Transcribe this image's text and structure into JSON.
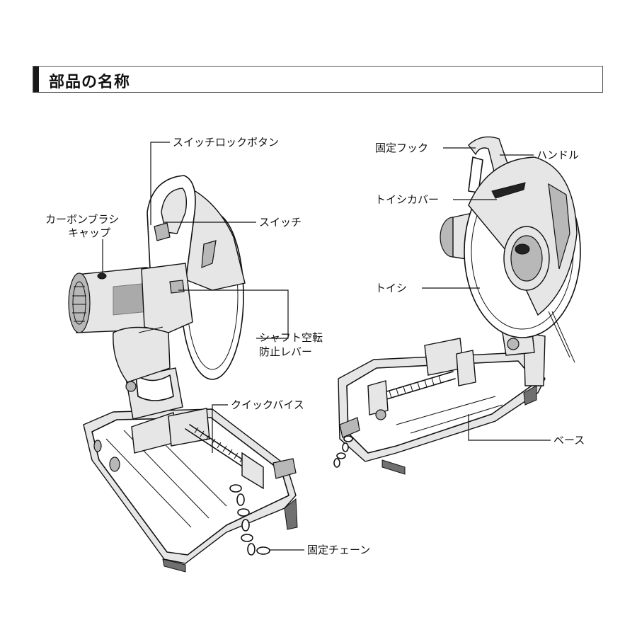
{
  "header": {
    "title": "部品の名称"
  },
  "labels": {
    "switch_lock_button": "スイッチロックボタン",
    "carbon_brush_cap_line1": "カーボンブラシ",
    "carbon_brush_cap_line2": "キャップ",
    "switch": "スイッチ",
    "shaft_lock_lever_line1": "シャフト空転",
    "shaft_lock_lever_line2": "防止レバー",
    "quick_vise": "クイックバイス",
    "fixing_chain": "固定チェーン",
    "fixing_hook": "固定フック",
    "handle": "ハンドル",
    "wheel_cover": "トイシカバー",
    "wheel": "トイシ",
    "base": "ベース"
  }
}
